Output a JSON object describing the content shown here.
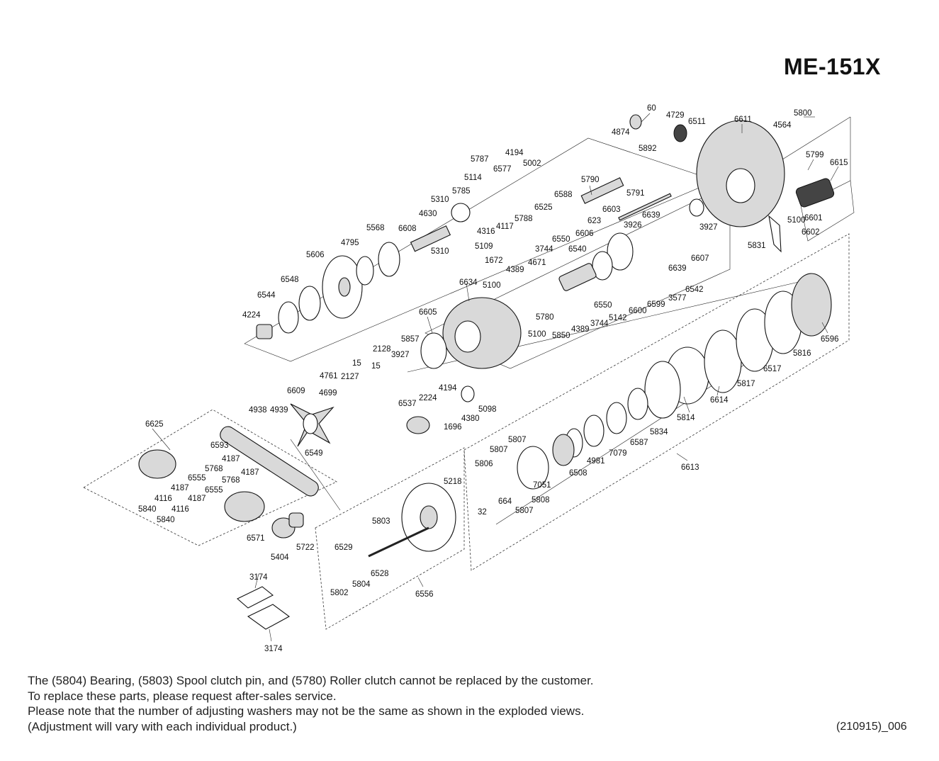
{
  "title": "ME-151X",
  "notes": [
    "The (5804) Bearing, (5803) Spool clutch pin, and (5780) Roller clutch cannot be replaced by the customer.",
    "To replace these parts, please request after-sales service.",
    "Please note that the number of adjusting washers may not be the same as shown in the exploded views.",
    "(Adjustment will vary with each individual product.)"
  ],
  "doc_code": "(210915)_006",
  "part_labels": [
    "60",
    "4874",
    "4729",
    "6511",
    "5892",
    "6611",
    "5800",
    "4564",
    "5799",
    "6615",
    "5787",
    "4194",
    "6577",
    "5002",
    "5114",
    "5785",
    "5310",
    "4630",
    "4316",
    "5310",
    "5790",
    "6588",
    "6525",
    "5788",
    "4117",
    "5109",
    "1672",
    "5791",
    "6603",
    "623",
    "3926",
    "6639",
    "3927",
    "6607",
    "6639",
    "5100",
    "6601",
    "6602",
    "5831",
    "5568",
    "6608",
    "4795",
    "5606",
    "6548",
    "6544",
    "4224",
    "3744",
    "6550",
    "6606",
    "6540",
    "4671",
    "4389",
    "6634",
    "5100",
    "5780",
    "5100",
    "5850",
    "4389",
    "3744",
    "6550",
    "5142",
    "6600",
    "6599",
    "3577",
    "6542",
    "6605",
    "5857",
    "2128",
    "3927",
    "15",
    "15",
    "2127",
    "4761",
    "4699",
    "6609",
    "4938",
    "4939",
    "6549",
    "6537",
    "2224",
    "4194",
    "4380",
    "1696",
    "5098",
    "6596",
    "5816",
    "6517",
    "5817",
    "6614",
    "5814",
    "5834",
    "6587",
    "7079",
    "4981",
    "6508",
    "7051",
    "5807",
    "5807",
    "5806",
    "664",
    "5808",
    "5807",
    "6613",
    "5218",
    "32",
    "5803",
    "6529",
    "6528",
    "5802",
    "5804",
    "6556",
    "6625",
    "6593",
    "4187",
    "5768",
    "6555",
    "4187",
    "4116",
    "5840",
    "4187",
    "6555",
    "5768",
    "4187",
    "4116",
    "5840",
    "6571",
    "5404",
    "5722",
    "3174",
    "3174"
  ]
}
